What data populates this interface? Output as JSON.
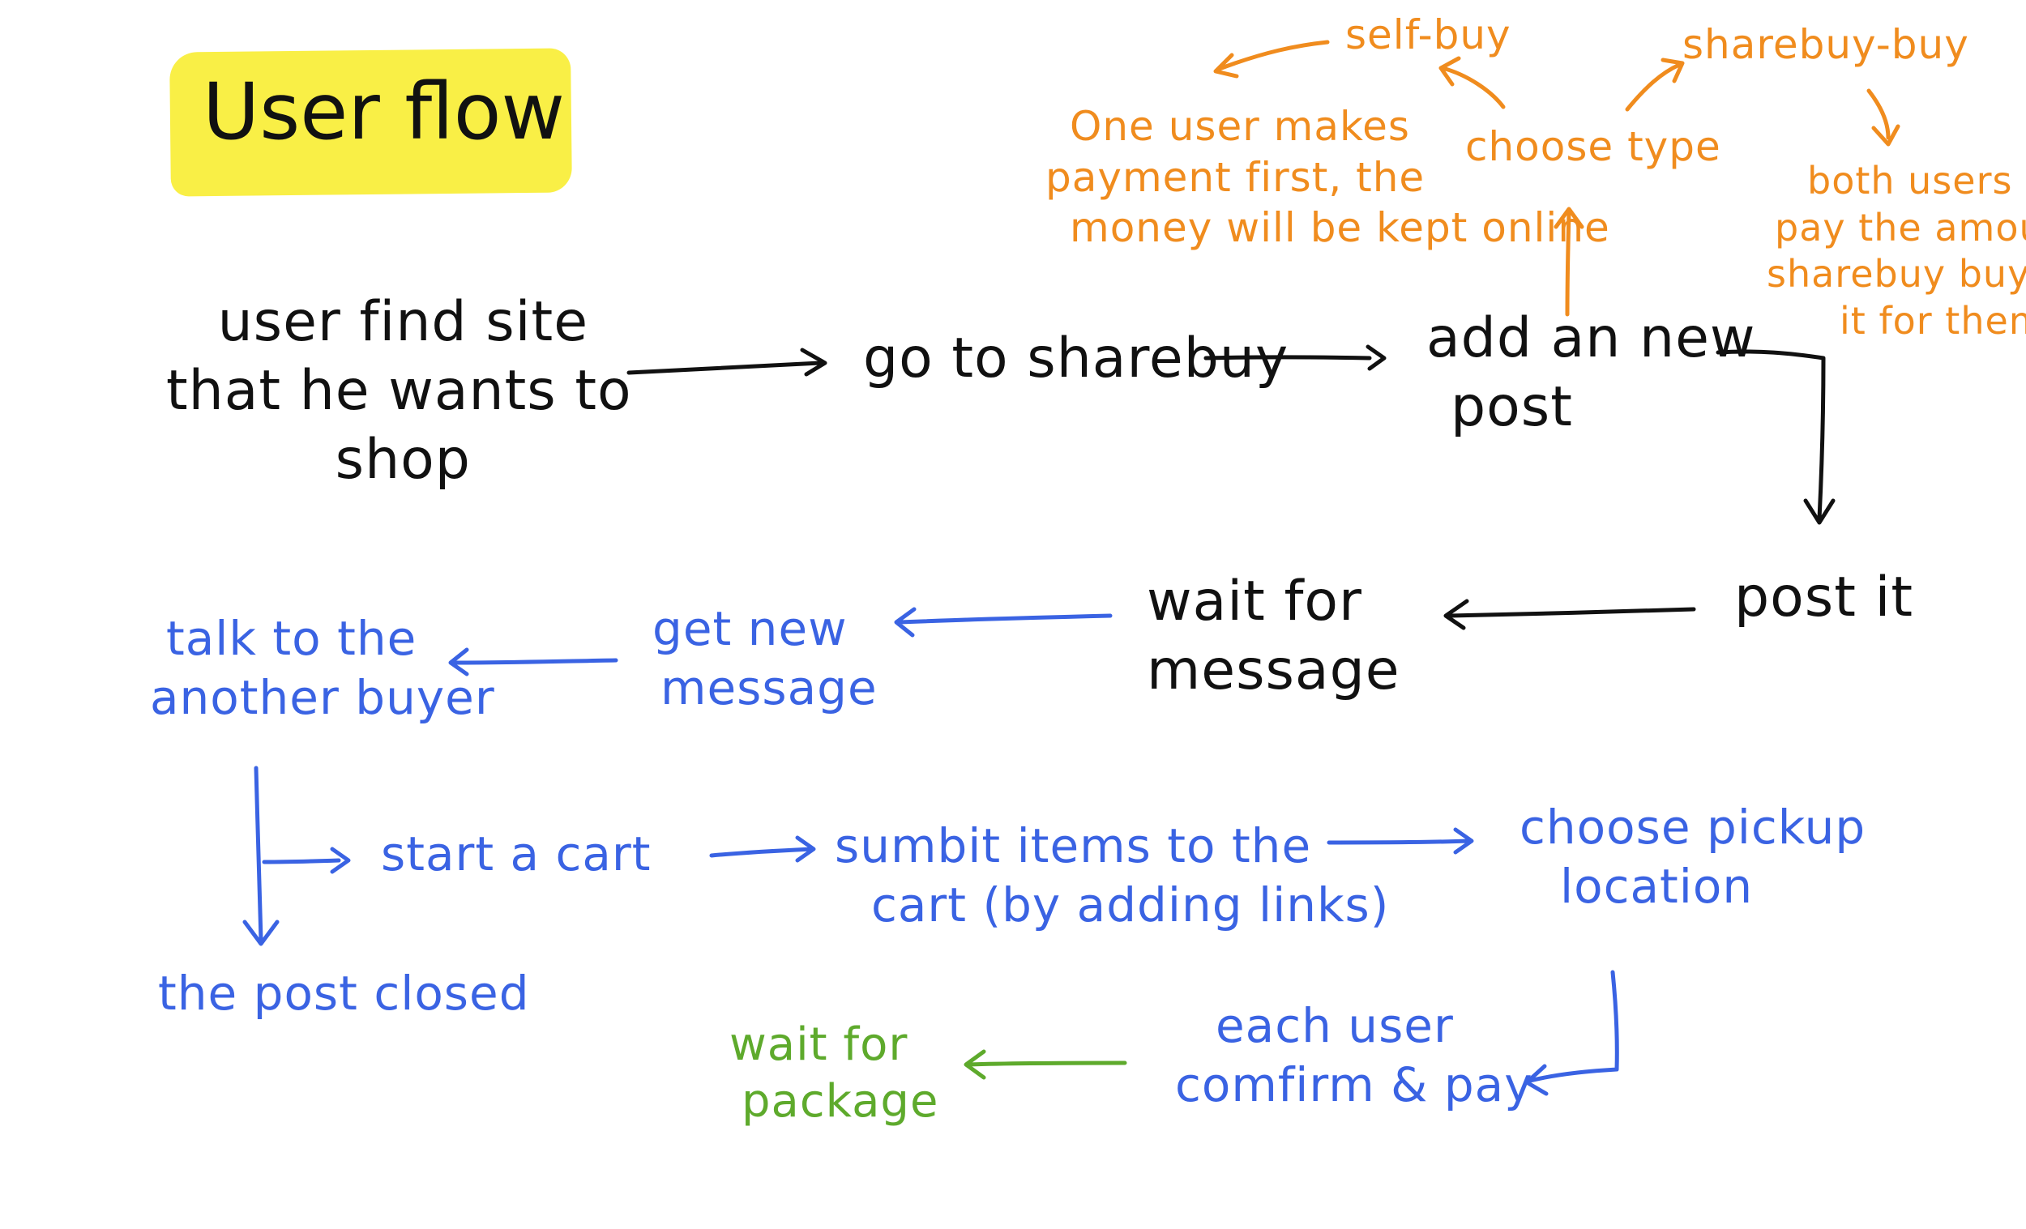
{
  "title": "User flow",
  "colors": {
    "black": "#111111",
    "orange": "#F08C1E",
    "blue": "#3A63E3",
    "green": "#5EAA2C",
    "highlight": "#F9EF46"
  },
  "nodes": {
    "find_site": [
      "user find site",
      "that he wants to",
      "shop"
    ],
    "go_sharebuy": "go to sharebuy",
    "add_post": [
      "add an new",
      "post"
    ],
    "post_it": "post it",
    "wait_message": [
      "wait for",
      "message"
    ],
    "get_message": [
      "get new",
      "message"
    ],
    "talk_buyer": [
      "talk to the",
      "another buyer"
    ],
    "start_cart": "start a cart",
    "submit_items": [
      "sumbit items to the",
      "cart (by adding links)"
    ],
    "choose_pickup": [
      "choose pickup",
      "location"
    ],
    "confirm_pay": [
      "each user",
      "comfirm & pay"
    ],
    "wait_package": [
      "wait for",
      "package"
    ],
    "post_closed": "the post closed",
    "choose_type": "choose type",
    "self_buy": "self-buy",
    "sharebuy_buy": "sharebuy-buy",
    "self_buy_desc": [
      "One user makes",
      "payment first, the",
      "money will be kept online"
    ],
    "sharebuy_desc": [
      "both users",
      "pay the amount,",
      "sharebuy buy",
      "it for them"
    ]
  }
}
